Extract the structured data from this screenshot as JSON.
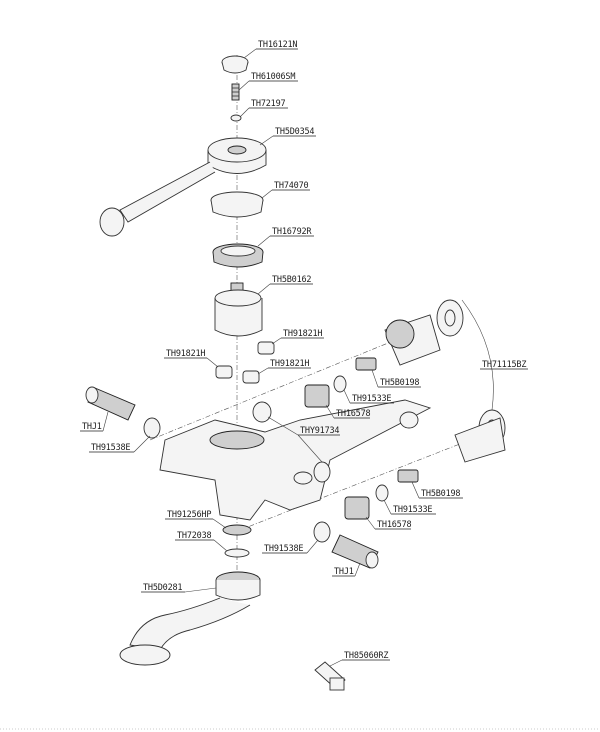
{
  "labels": {
    "th16121n": "TH16121N",
    "th61006sm": "TH61006SM",
    "th72197": "TH72197",
    "th5d0354": "TH5D0354",
    "th74070": "TH74070",
    "th16792r": "TH16792R",
    "th5b0162": "TH5B0162",
    "th91821h_a": "TH91821H",
    "th91821h_b": "TH91821H",
    "th91821h_c": "TH91821H",
    "th71115bz": "TH71115BZ",
    "th5b0198_a": "TH5B0198",
    "th91533e_a": "TH91533E",
    "th16578_a": "TH16578",
    "thj1_a": "THJ1",
    "th91538e_a": "TH91538E",
    "thy91734": "THY91734",
    "th5b0198_b": "TH5B0198",
    "th91533e_b": "TH91533E",
    "th16578_b": "TH16578",
    "th91256hp": "TH91256HP",
    "th72038": "TH72038",
    "th91538e_b": "TH91538E",
    "thj1_b": "THJ1",
    "th5d0281": "TH5D0281",
    "th85060rz": "TH85060RZ"
  }
}
